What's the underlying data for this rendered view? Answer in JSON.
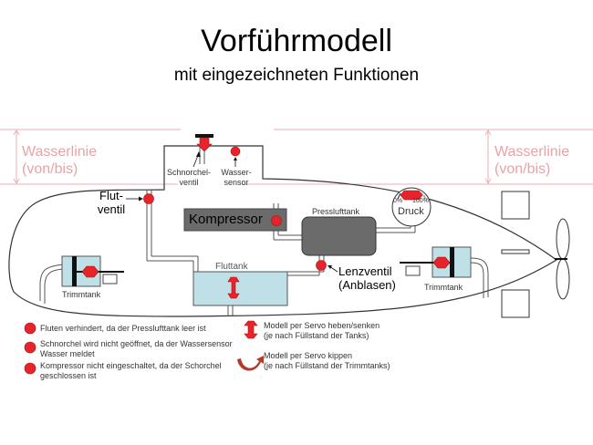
{
  "header": {
    "title": "Vorführmodell",
    "subtitle": "mit eingezeichneten Funktionen"
  },
  "waterline": {
    "left_label_line1": "Wasserlinie",
    "left_label_line2": "(von/bis)",
    "right_label_line1": "Wasserlinie",
    "right_label_line2": "(von/bis)",
    "color": "#e8a3a6"
  },
  "components": {
    "snorkel_valve": "Schnorchel-\nventil",
    "snorkel_valve_line1": "Schnorchel-",
    "snorkel_valve_line2": "ventil",
    "water_sensor_line1": "Wasser-",
    "water_sensor_line2": "sensor",
    "flood_valve_line1": "Flut-",
    "flood_valve_line2": "ventil",
    "compressor": "Kompressor",
    "air_tank": "Presslufttank",
    "pressure_gauge": "Druck",
    "gauge_min": "0%",
    "gauge_max": "100%",
    "flood_tank": "Fluttank",
    "blow_valve_line1": "Lenzventil",
    "blow_valve_line2": "(Anblasen)",
    "trim_tank_left": "Trimmtank",
    "trim_tank_right": "Trimmtank"
  },
  "legend": {
    "red_dot_items": [
      {
        "line1": "Fluten verhindert, da der Presslufttank leer ist",
        "line2": ""
      },
      {
        "line1": "Schnorchel wird nicht geöffnet, da der Wassersensor",
        "line2": "Wasser meldet"
      },
      {
        "line1": "Kompressor nicht eingeschaltet, da der Schorchel",
        "line2": "geschlossen ist"
      }
    ],
    "servo_items": [
      {
        "icon": "double-arrow-vertical-icon",
        "line1": "Modell per Servo heben/senken",
        "line2": "(je nach Füllstand der Tanks)"
      },
      {
        "icon": "curved-arrow-icon",
        "line1": "Modell per Servo kippen",
        "line2": "(je nach Füllstand der Trimmtanks)"
      }
    ]
  },
  "colors": {
    "red": "#e8242a",
    "tank_fill": "#bfe0e6",
    "gray_box": "#6b6b6b",
    "dark_red": "#b23a2a"
  }
}
